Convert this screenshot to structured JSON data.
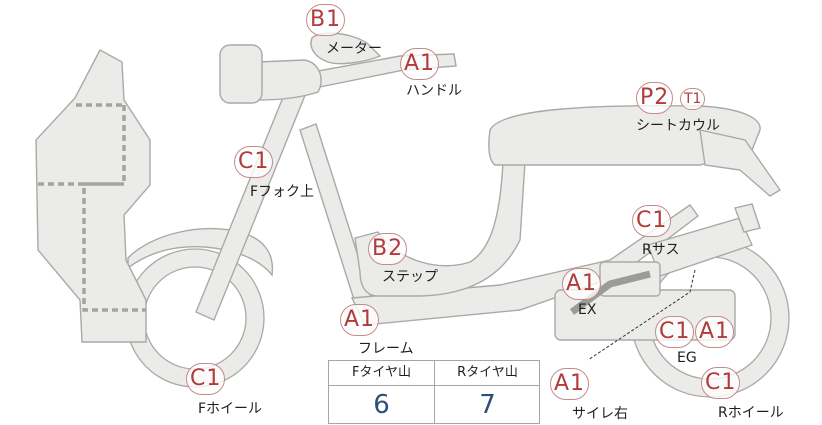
{
  "parts": [
    {
      "id": "meter",
      "grade": "B1",
      "label": "メーター"
    },
    {
      "id": "handle",
      "grade": "A1",
      "label": "ハンドル"
    },
    {
      "id": "seat-cowl",
      "grade": "P2",
      "grade_extra": "T1",
      "label": "シートカウル"
    },
    {
      "id": "fork-upper",
      "grade": "C1",
      "label": "Fフォク上"
    },
    {
      "id": "rear-shock",
      "grade": "C1",
      "label": "Rサス"
    },
    {
      "id": "step",
      "grade": "B2",
      "label": "ステップ"
    },
    {
      "id": "exhaust",
      "grade": "A1",
      "label": "EX"
    },
    {
      "id": "frame",
      "grade": "A1",
      "label": "フレーム"
    },
    {
      "id": "engine",
      "grade": "C1",
      "grade_extra": "A1",
      "label": "EG"
    },
    {
      "id": "front-wheel",
      "grade": "C1",
      "label": "Fホイール"
    },
    {
      "id": "rear-wheel",
      "grade": "C1",
      "label": "Rホイール"
    },
    {
      "id": "muffler-right",
      "grade": "A1",
      "label": "サイレ右"
    }
  ],
  "tread": {
    "front_label": "Fタイヤ山",
    "rear_label": "Rタイヤ山",
    "front_value": "6",
    "rear_value": "7"
  },
  "colors": {
    "body_fill": "#ebebea",
    "outline": "#a9a9a6",
    "grade_text": "#b23a3a",
    "tread_value": "#2e4f7a"
  }
}
